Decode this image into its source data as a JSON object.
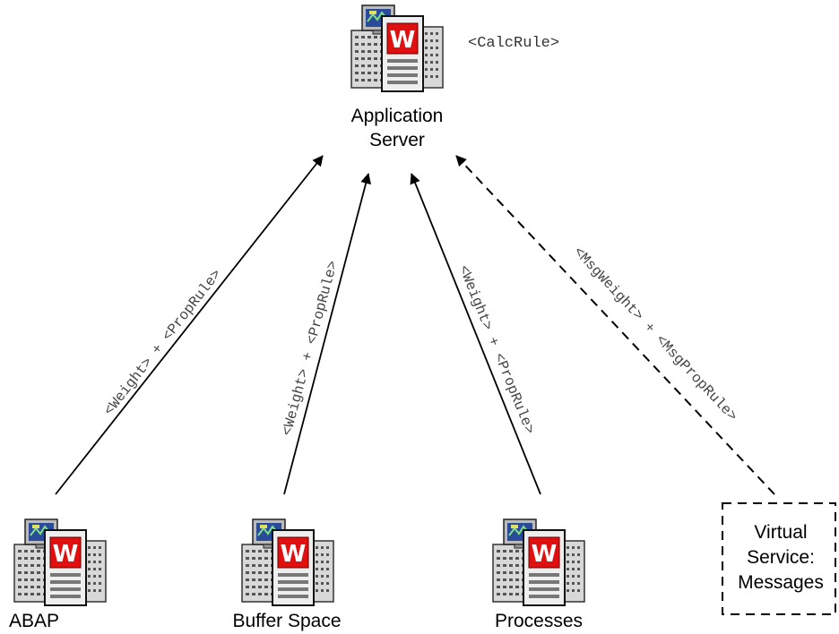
{
  "root": {
    "label_line1": "Application",
    "label_line2": "Server",
    "rule": "<CalcRule>"
  },
  "children": [
    {
      "label": "ABAP"
    },
    {
      "label": "Buffer Space"
    },
    {
      "label": "Processes"
    }
  ],
  "virtual_service": {
    "line1": "Virtual",
    "line2": "Service:",
    "line3": "Messages"
  },
  "edges": [
    {
      "label": "<Weight> + <PropRule>",
      "style": "solid"
    },
    {
      "label": "<Weight> + <PropRule>",
      "style": "solid"
    },
    {
      "label": "<Weight> + <PropRule>",
      "style": "solid"
    },
    {
      "label": "<MsgWeight> + <MsgPropRule>",
      "style": "dashed"
    }
  ],
  "icon": "server-computer-icon",
  "colors": {
    "accent_red": "#e01010",
    "screen_blue": "#2a4a9a",
    "line": "#000000"
  }
}
